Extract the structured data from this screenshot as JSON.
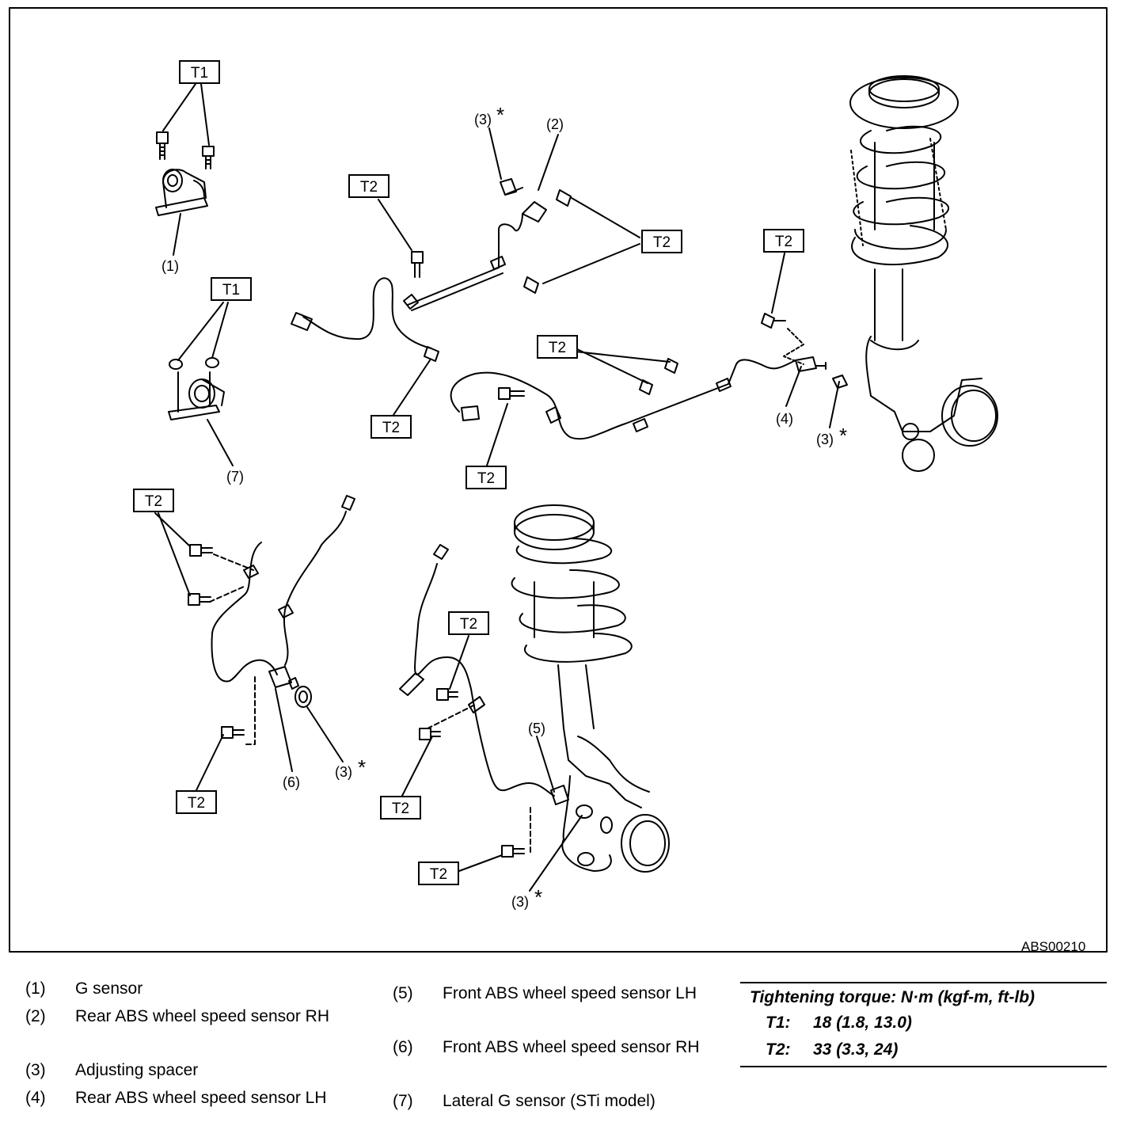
{
  "figure": {
    "code": "ABS00210",
    "callouts": {
      "c1": "(1)",
      "c2": "(2)",
      "c3a": "(3)",
      "c3b": "(3)",
      "c3c": "(3)",
      "c3d": "(3)",
      "c4": "(4)",
      "c5": "(5)",
      "c6": "(6)",
      "c7": "(7)",
      "star": "*"
    },
    "torque_tags": {
      "t1a": "T1",
      "t1b": "T1",
      "t2a": "T2",
      "t2b": "T2",
      "t2c": "T2",
      "t2d": "T2",
      "t2e": "T2",
      "t2f": "T2",
      "t2g": "T2",
      "t2h": "T2",
      "t2i": "T2",
      "t2j": "T2",
      "t2k": "T2"
    }
  },
  "legend": [
    {
      "num": "(1)",
      "text": "G sensor"
    },
    {
      "num": "(2)",
      "text": "Rear ABS wheel speed sensor RH"
    },
    {
      "num": "(3)",
      "text": "Adjusting spacer"
    },
    {
      "num": "(4)",
      "text": "Rear ABS wheel speed sensor LH"
    },
    {
      "num": "(5)",
      "text": "Front ABS wheel speed sensor LH"
    },
    {
      "num": "(6)",
      "text": "Front ABS wheel speed sensor RH"
    },
    {
      "num": "(7)",
      "text": "Lateral G sensor (STi model)"
    }
  ],
  "torque_table": {
    "title": "Tightening torque: N·m (kgf-m, ft-lb)",
    "rows": [
      {
        "key": "T1:",
        "value": "18 (1.8, 13.0)"
      },
      {
        "key": "T2:",
        "value": "33 (3.3, 24)"
      }
    ]
  }
}
